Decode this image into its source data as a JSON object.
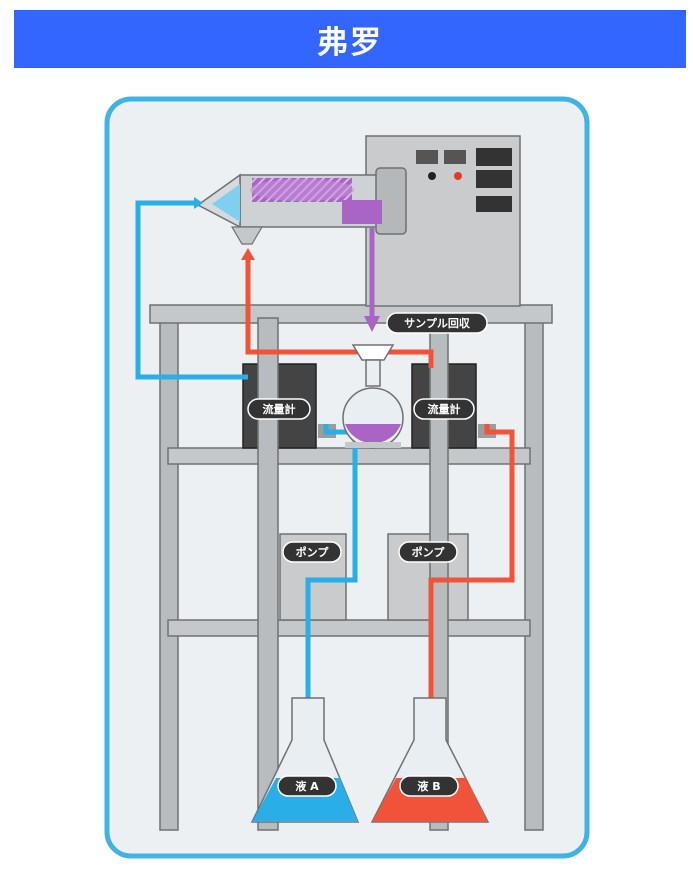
{
  "header": {
    "title": "弗罗"
  },
  "labels": {
    "sample_collection": "サンプル回収",
    "flowmeter_left": "流量計",
    "flowmeter_right": "流量計",
    "pump_left": "ポンプ",
    "pump_right": "ポンプ",
    "liquid_a": "液 A",
    "liquid_b": "液 B"
  },
  "colors": {
    "header_bg": "#3366ff",
    "frame_border": "#3fb3e6",
    "liquid_a": "#29aee8",
    "liquid_b": "#f0533a",
    "sample": "#a964c6",
    "label_bg": "#333333"
  }
}
